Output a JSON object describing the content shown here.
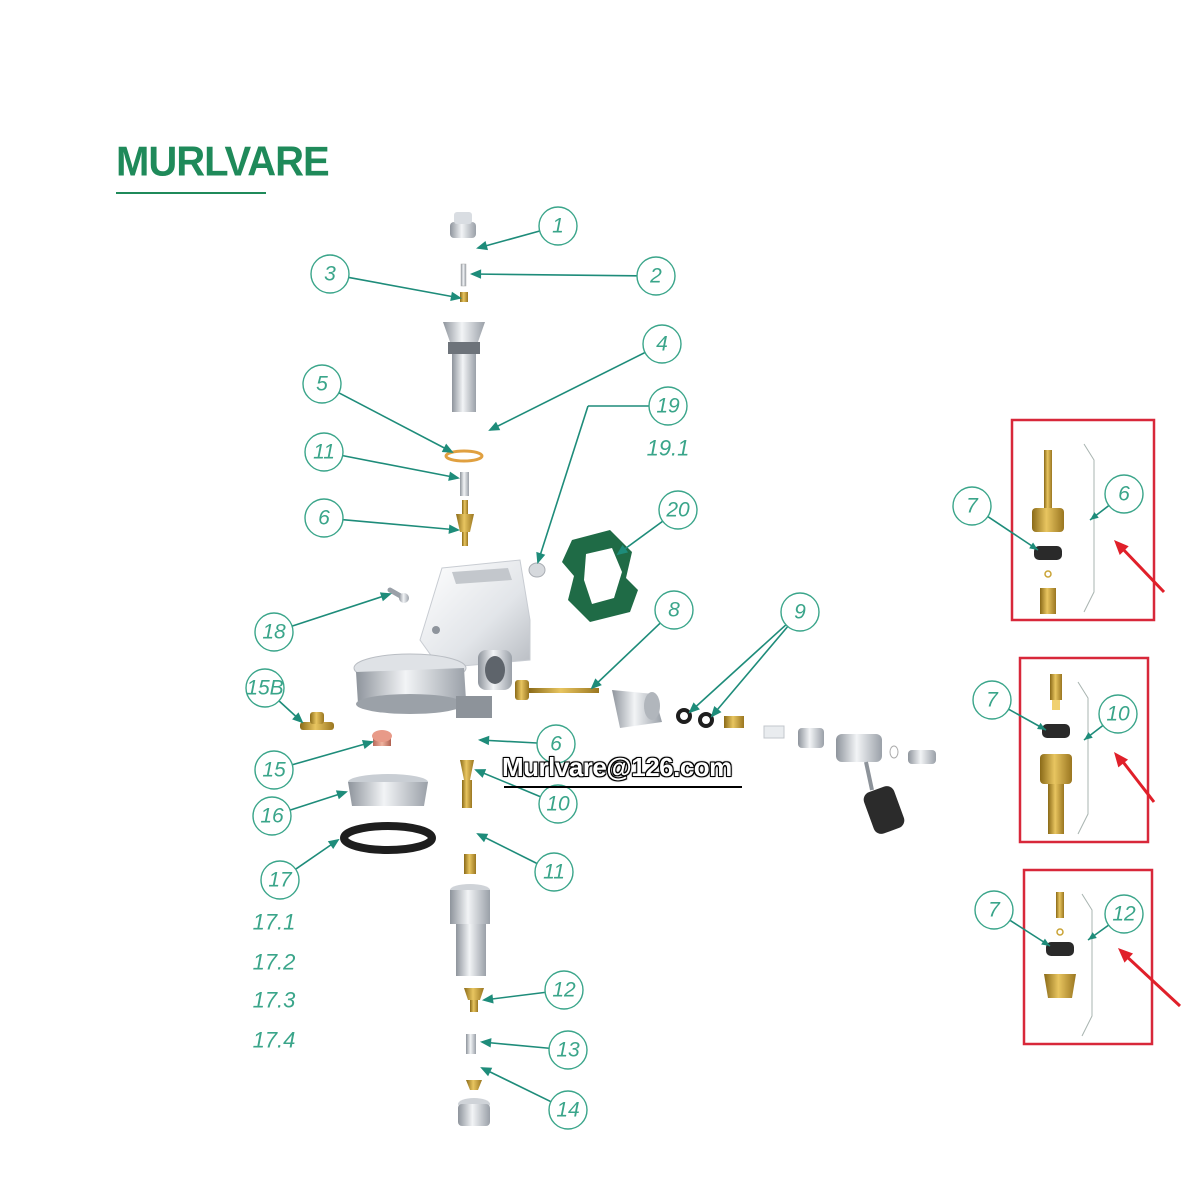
{
  "logo": {
    "text": "MURLVARE"
  },
  "watermark": {
    "text": "Murlvare@126.com"
  },
  "colors": {
    "label": "#3aa58a",
    "leader": "#1e8c7a",
    "highlight": "#d8283a",
    "arrow": "#e0202a",
    "brass": "#c9a335",
    "gasket": "#1f6b46"
  },
  "callouts": [
    {
      "text": "1"
    },
    {
      "text": "2"
    },
    {
      "text": "3"
    },
    {
      "text": "4"
    },
    {
      "text": "5"
    },
    {
      "text": "19"
    },
    {
      "text": "11"
    },
    {
      "text": "6"
    },
    {
      "text": "20"
    },
    {
      "text": "18"
    },
    {
      "text": "8"
    },
    {
      "text": "9"
    },
    {
      "text": "15B"
    },
    {
      "text": "6"
    },
    {
      "text": "15"
    },
    {
      "text": "10"
    },
    {
      "text": "16"
    },
    {
      "text": "11"
    },
    {
      "text": "17"
    },
    {
      "text": "12"
    },
    {
      "text": "13"
    },
    {
      "text": "14"
    }
  ],
  "extra_labels": [
    {
      "text": "19.1"
    },
    {
      "text": "17.1"
    },
    {
      "text": "17.2"
    },
    {
      "text": "17.3"
    },
    {
      "text": "17.4"
    }
  ],
  "detail_panels": [
    {
      "part_label": "6",
      "subpart_label": "7"
    },
    {
      "part_label": "10",
      "subpart_label": "7"
    },
    {
      "part_label": "12",
      "subpart_label": "7"
    }
  ]
}
